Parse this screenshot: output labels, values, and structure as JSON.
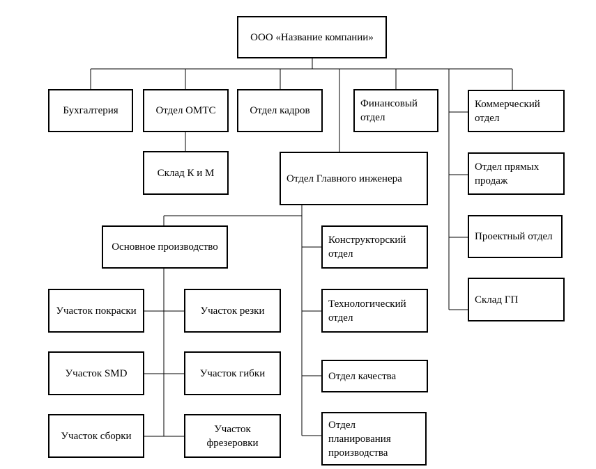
{
  "company": "ООО «Название компании»",
  "departments": {
    "accounting": "Бухгалтерия",
    "omts": "Отдел ОМТС",
    "hr": "Отдел кадров",
    "finance": "Финансовый отдел",
    "commercial": "Коммерческий отдел",
    "warehouse_km": "Склад К и М",
    "chief_engineer": "Отдел Главного инженера",
    "direct_sales": "Отдел прямых продаж",
    "project": "Проектный отдел",
    "warehouse_gp": "Склад ГП",
    "main_production": "Основное производство",
    "design": "Конструкторский отдел",
    "technology": "Технологический отдел",
    "quality": "Отдел качества",
    "production_planning": "Отдел планирования производства",
    "painting": "Участок покраски",
    "cutting": "Участок резки",
    "smd": "Участок SMD",
    "bending": "Участок гибки",
    "assembly": "Участок сборки",
    "milling": "Участок фрезеровки"
  }
}
